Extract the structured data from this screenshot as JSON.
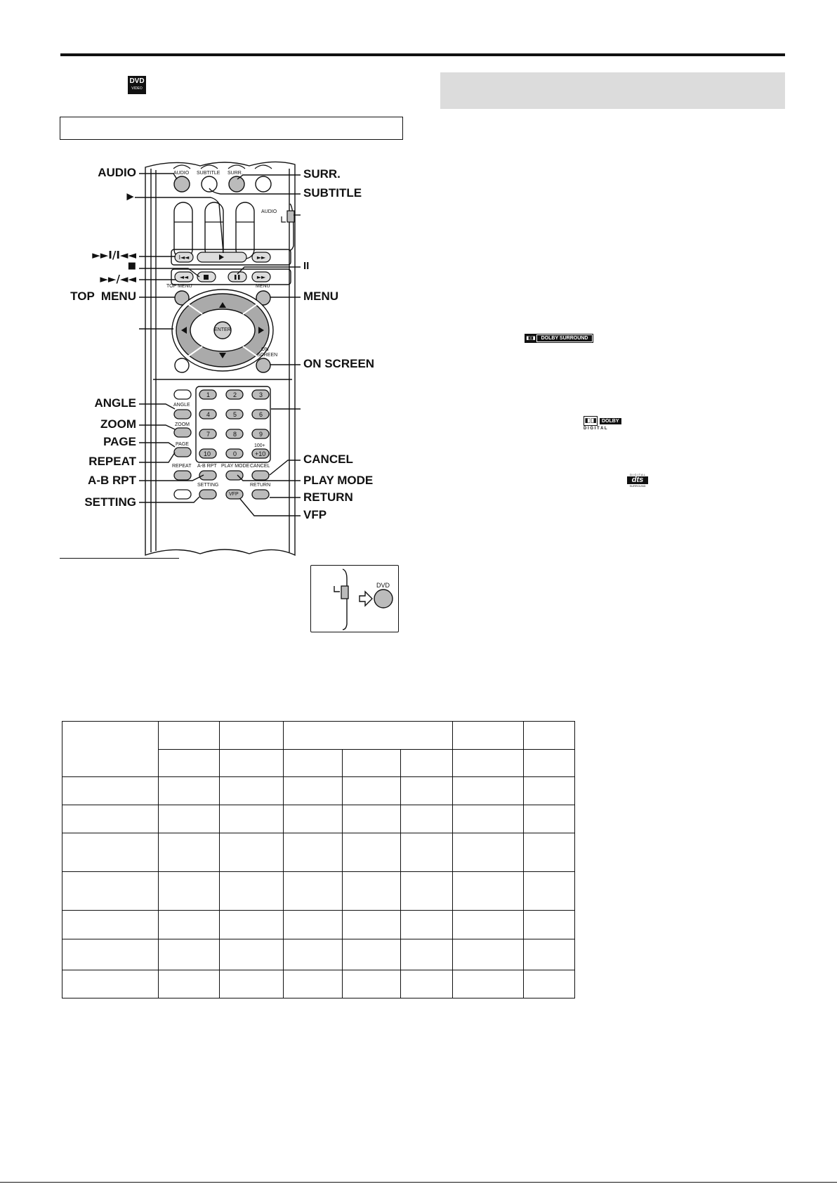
{
  "header": {
    "dvd_badge": {
      "line1": "DVD",
      "line2": "VIDEO"
    }
  },
  "remote": {
    "buttons_top": {
      "audio": "AUDIO",
      "subtitle": "SUBTITLE",
      "surr": "SURR."
    },
    "side_switch": "AUDIO",
    "top_menu": "TOP MENU",
    "menu": "MENU",
    "enter": "ENTER",
    "on_screen_line1": "ON",
    "on_screen_line2": "SCREEN",
    "angle": "ANGLE",
    "zoom": "ZOOM",
    "page": "PAGE",
    "repeat": "REPEAT",
    "ab_rpt": "A-B RPT",
    "play_mode": "PLAY MODE",
    "cancel": "CANCEL",
    "return": "RETURN",
    "setting": "SETTING",
    "vfp": "VFP",
    "numbers": [
      "1",
      "2",
      "3",
      "4",
      "5",
      "6",
      "7",
      "8",
      "9",
      "10",
      "0",
      "+10"
    ],
    "plus100": "100+"
  },
  "callouts_left": {
    "audio": "AUDIO",
    "play": "►",
    "skip": "►►I/I◄◄",
    "stop": "■",
    "search": "►►/◄◄",
    "top_menu": "TOP  MENU",
    "angle": "ANGLE",
    "zoom": "ZOOM",
    "page": "PAGE",
    "repeat": "REPEAT",
    "ab_rpt": "A-B RPT",
    "setting": "SETTING"
  },
  "callouts_right": {
    "surr": "SURR.",
    "subtitle": "SUBTITLE",
    "pause": "II",
    "menu": "MENU",
    "on_screen": "ON SCREEN",
    "cancel": "CANCEL",
    "play_mode": "PLAY MODE",
    "return": "RETURN",
    "vfp": "VFP"
  },
  "inset": {
    "dvd_label": "DVD"
  },
  "logos": {
    "dolby_surround": "DOLBY SURROUND",
    "dolby_digital_top": "DOLBY",
    "dolby_digital_bottom": "D I G I T A L",
    "dts_top": "D I G I T A L",
    "dts_mid": "dts",
    "dts_bottom": "SURROUND"
  }
}
